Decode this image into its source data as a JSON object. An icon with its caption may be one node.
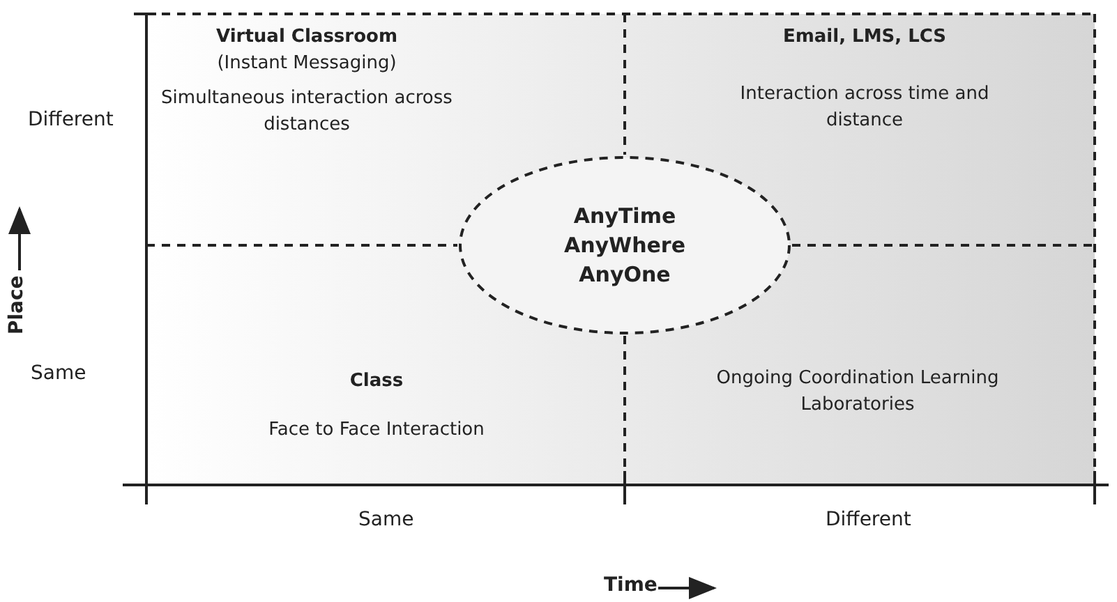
{
  "diagram": {
    "nodes": [
      {
        "text": [
          "Virtual Classroom",
          "(Instant Messaging)",
          "Simultaneous interaction across distances"
        ]
      },
      {
        "text": [
          "Email, LMS, LCS",
          "Interaction across time and distance"
        ]
      },
      {
        "text": [
          "Class",
          "Face to Face Interaction"
        ]
      },
      {
        "text": [
          "Ongoing Coordination Learning Laboratories"
        ]
      },
      {
        "text": [
          "AnyTime AnyWhere AnyOne"
        ]
      }
    ],
    "edges": [],
    "labels": [
      "Different",
      "Place",
      "Same",
      "Same",
      "Different",
      "Time"
    ]
  }
}
